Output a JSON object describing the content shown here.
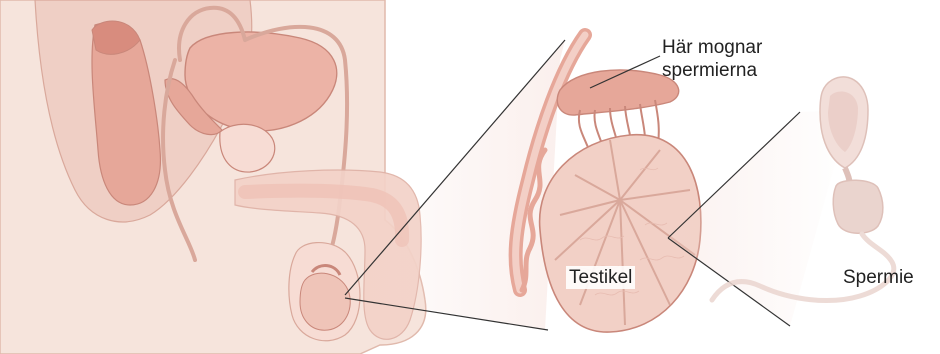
{
  "labels": {
    "maturation_line1": "Här mognar",
    "maturation_line2": "spermierna",
    "testis": "Testikel",
    "sperm": "Spermie"
  },
  "colors": {
    "skin": "#f6e4dc",
    "skin_outline": "#e0b9ac",
    "tissue": "#f2c9bf",
    "tissue_dark": "#e6a799",
    "organ": "#ecb3a6",
    "outline": "#c9877a",
    "zoom_line": "#333333",
    "sperm_fill": "#f0d9d3"
  }
}
